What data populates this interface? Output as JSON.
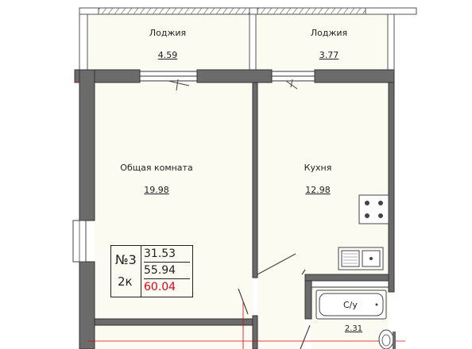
{
  "rooms": [
    {
      "id": "loggia-1",
      "name": "Лоджия",
      "area": "4.59"
    },
    {
      "id": "loggia-2",
      "name": "Лоджия",
      "area": "3.77"
    },
    {
      "id": "living",
      "name": "Общая комната",
      "area": "19.98"
    },
    {
      "id": "kitchen",
      "name": "Кухня",
      "area": "12.98"
    }
  ],
  "bathroom": {
    "label": "С/у",
    "area": "2.31"
  },
  "apartment": {
    "number": "№3",
    "type": "2к",
    "living_area": "31.53",
    "total_area": "55.94",
    "total_with_loggia": "60.04"
  },
  "colors": {
    "wall": "#6b6b6b",
    "floor": "#fbfbf1",
    "accent_red": "#e0001a"
  }
}
